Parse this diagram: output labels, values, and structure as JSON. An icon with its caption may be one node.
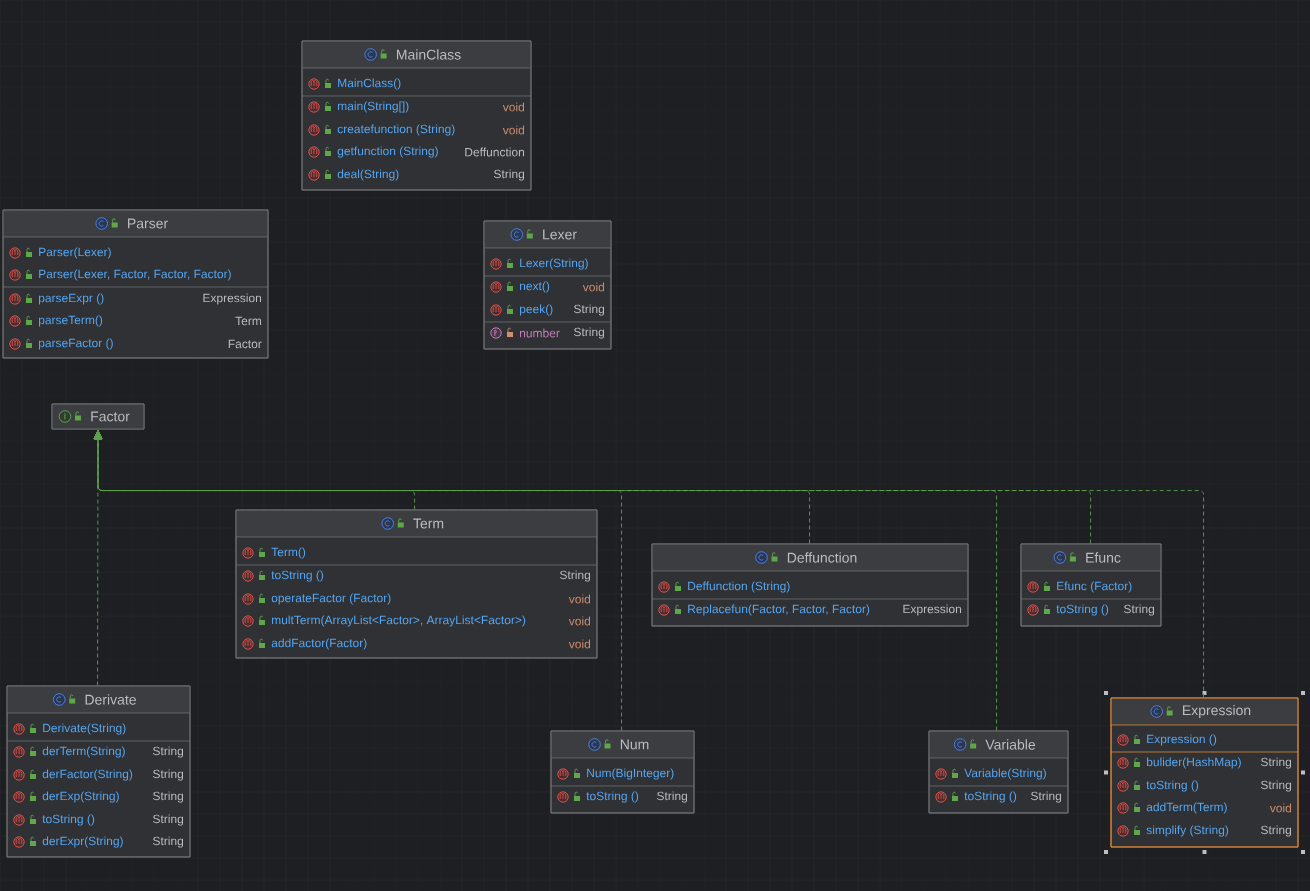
{
  "diagram": {
    "nodes": [
      {
        "text": [
          "MainClass",
          "MainClass()",
          "main(String[])",
          "void",
          "createfunction (String)",
          "void",
          "getfunction (String)",
          "Deffunction",
          "deal(String)",
          "String"
        ]
      },
      {
        "text": [
          "Parser",
          "Parser(Lexer)",
          "Parser(Lexer, Factor, Factor, Factor)",
          "parseExpr ()",
          "Expression",
          "parseTerm()",
          "Term",
          "parseFactor ()",
          "Factor"
        ]
      },
      {
        "text": [
          "Lexer",
          "Lexer(String)",
          "next()",
          "void",
          "peek()",
          "String",
          "number",
          "String"
        ]
      },
      {
        "text": [
          "Factor"
        ]
      },
      {
        "text": [
          "Term",
          "Term()",
          "toString ()",
          "String",
          "operateFactor (Factor)",
          "void",
          "multTerm(ArrayList<Factor>, ArrayList<Factor>)",
          "void",
          "addFactor(Factor)",
          "void"
        ]
      },
      {
        "text": [
          "Deffunction",
          "Deffunction (String)",
          "Replacefun(Factor, Factor, Factor)",
          "Expression"
        ]
      },
      {
        "text": [
          "Efunc",
          "Efunc (Factor)",
          "toString ()",
          "String"
        ]
      },
      {
        "text": [
          "Derivate",
          "Derivate(String)",
          "derTerm(String)",
          "String",
          "derFactor(String)",
          "String",
          "derExp(String)",
          "String",
          "toString ()",
          "String",
          "derExpr(String)",
          "String"
        ]
      },
      {
        "text": [
          "Num",
          "Num(BigInteger)",
          "toString ()",
          "String"
        ]
      },
      {
        "text": [
          "Variable",
          "Variable(String)",
          "toString ()",
          "String"
        ]
      },
      {
        "text": [
          "Expression",
          "Expression ()",
          "bulider(HashMap)",
          "String",
          "toString ()",
          "String",
          "addTerm(Term)",
          "void",
          "simplify (String)",
          "String"
        ]
      }
    ],
    "edges": [
      {
        "from": 7,
        "to": 3,
        "arrow": "to",
        "style": "dashed"
      },
      {
        "from": 4,
        "to": 3,
        "arrow": "to",
        "style": "dashed"
      },
      {
        "from": 8,
        "to": 3,
        "arrow": "to",
        "style": "dashed"
      },
      {
        "from": 5,
        "to": 3,
        "arrow": "to",
        "style": "dashed"
      },
      {
        "from": 9,
        "to": 3,
        "arrow": "to",
        "style": "dashed"
      },
      {
        "from": 6,
        "to": 3,
        "arrow": "to",
        "style": "dashed"
      },
      {
        "from": 10,
        "to": 3,
        "arrow": "to",
        "style": "dashed"
      }
    ]
  }
}
